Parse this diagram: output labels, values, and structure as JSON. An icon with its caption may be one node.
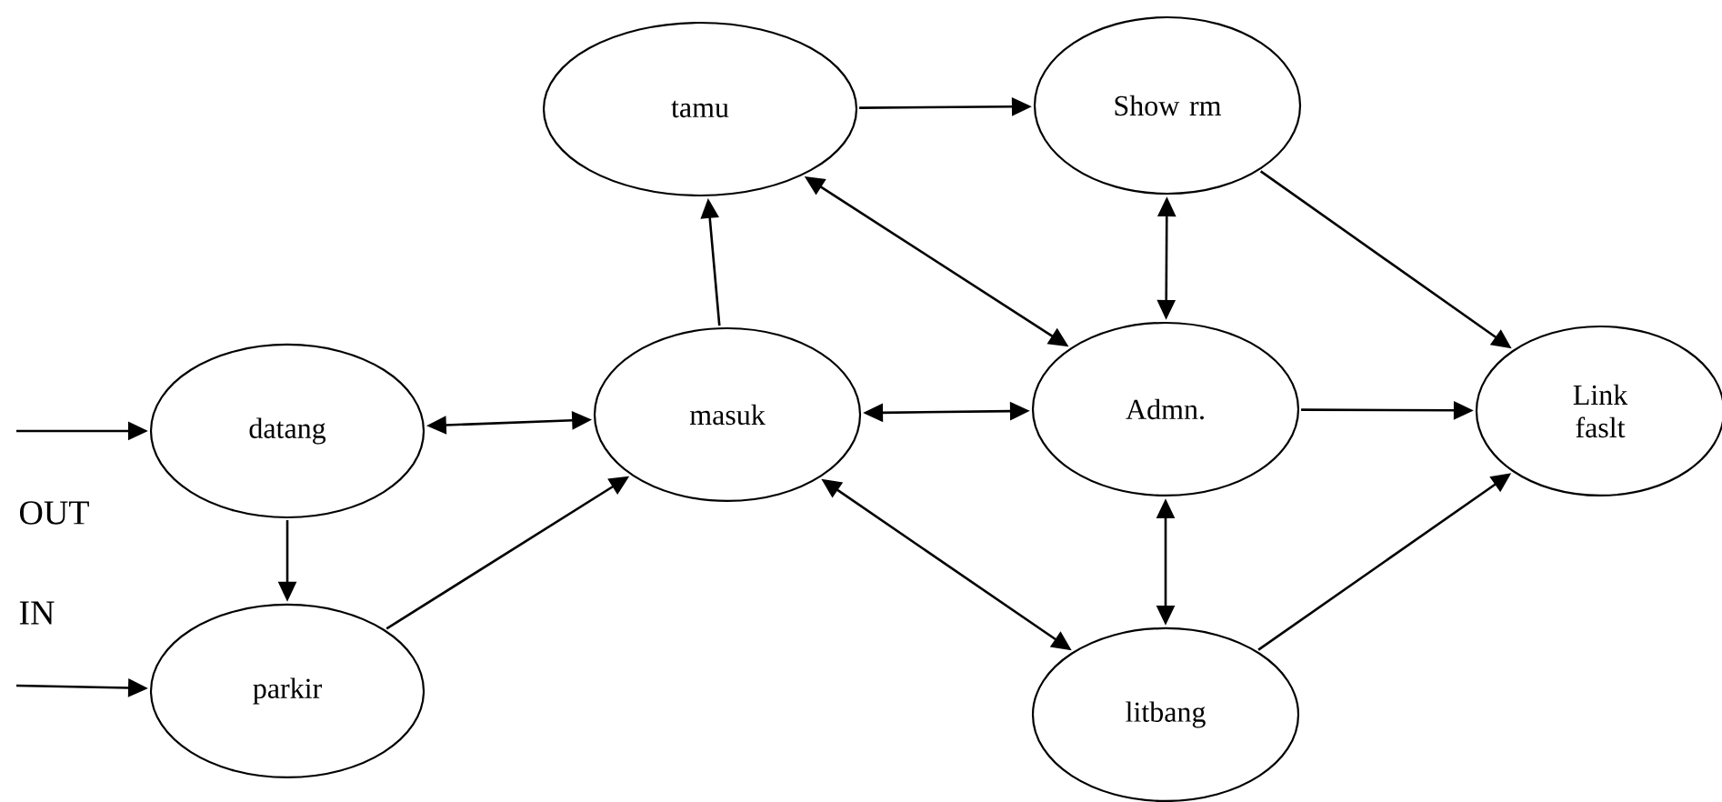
{
  "diagram": {
    "nodes": [
      {
        "text": [
          "datang"
        ]
      },
      {
        "text": [
          "parkir"
        ]
      },
      {
        "text": [
          "masuk"
        ]
      },
      {
        "text": [
          "tamu"
        ]
      },
      {
        "text": [
          "Show rm"
        ]
      },
      {
        "text": [
          "Admn."
        ]
      },
      {
        "text": [
          "litbang"
        ]
      },
      {
        "text": [
          "Link faslt"
        ]
      }
    ],
    "edges": [
      {
        "from": null,
        "to": 0,
        "arrow": "to"
      },
      {
        "from": null,
        "to": 1,
        "arrow": "to"
      },
      {
        "from": 0,
        "to": 2,
        "arrow": "both"
      },
      {
        "from": 0,
        "to": 1,
        "arrow": "to"
      },
      {
        "from": 1,
        "to": 2,
        "arrow": "to"
      },
      {
        "from": 2,
        "to": 3,
        "arrow": "to"
      },
      {
        "from": 3,
        "to": 4,
        "arrow": "to"
      },
      {
        "from": 3,
        "to": 5,
        "arrow": "both"
      },
      {
        "from": 2,
        "to": 5,
        "arrow": "both"
      },
      {
        "from": 2,
        "to": 6,
        "arrow": "both"
      },
      {
        "from": 4,
        "to": 5,
        "arrow": "both"
      },
      {
        "from": 4,
        "to": 7,
        "arrow": "to"
      },
      {
        "from": 5,
        "to": 7,
        "arrow": "to"
      },
      {
        "from": 5,
        "to": 6,
        "arrow": "both"
      },
      {
        "from": 6,
        "to": 7,
        "arrow": "to"
      }
    ],
    "labels": [
      "OUT",
      "IN"
    ]
  }
}
